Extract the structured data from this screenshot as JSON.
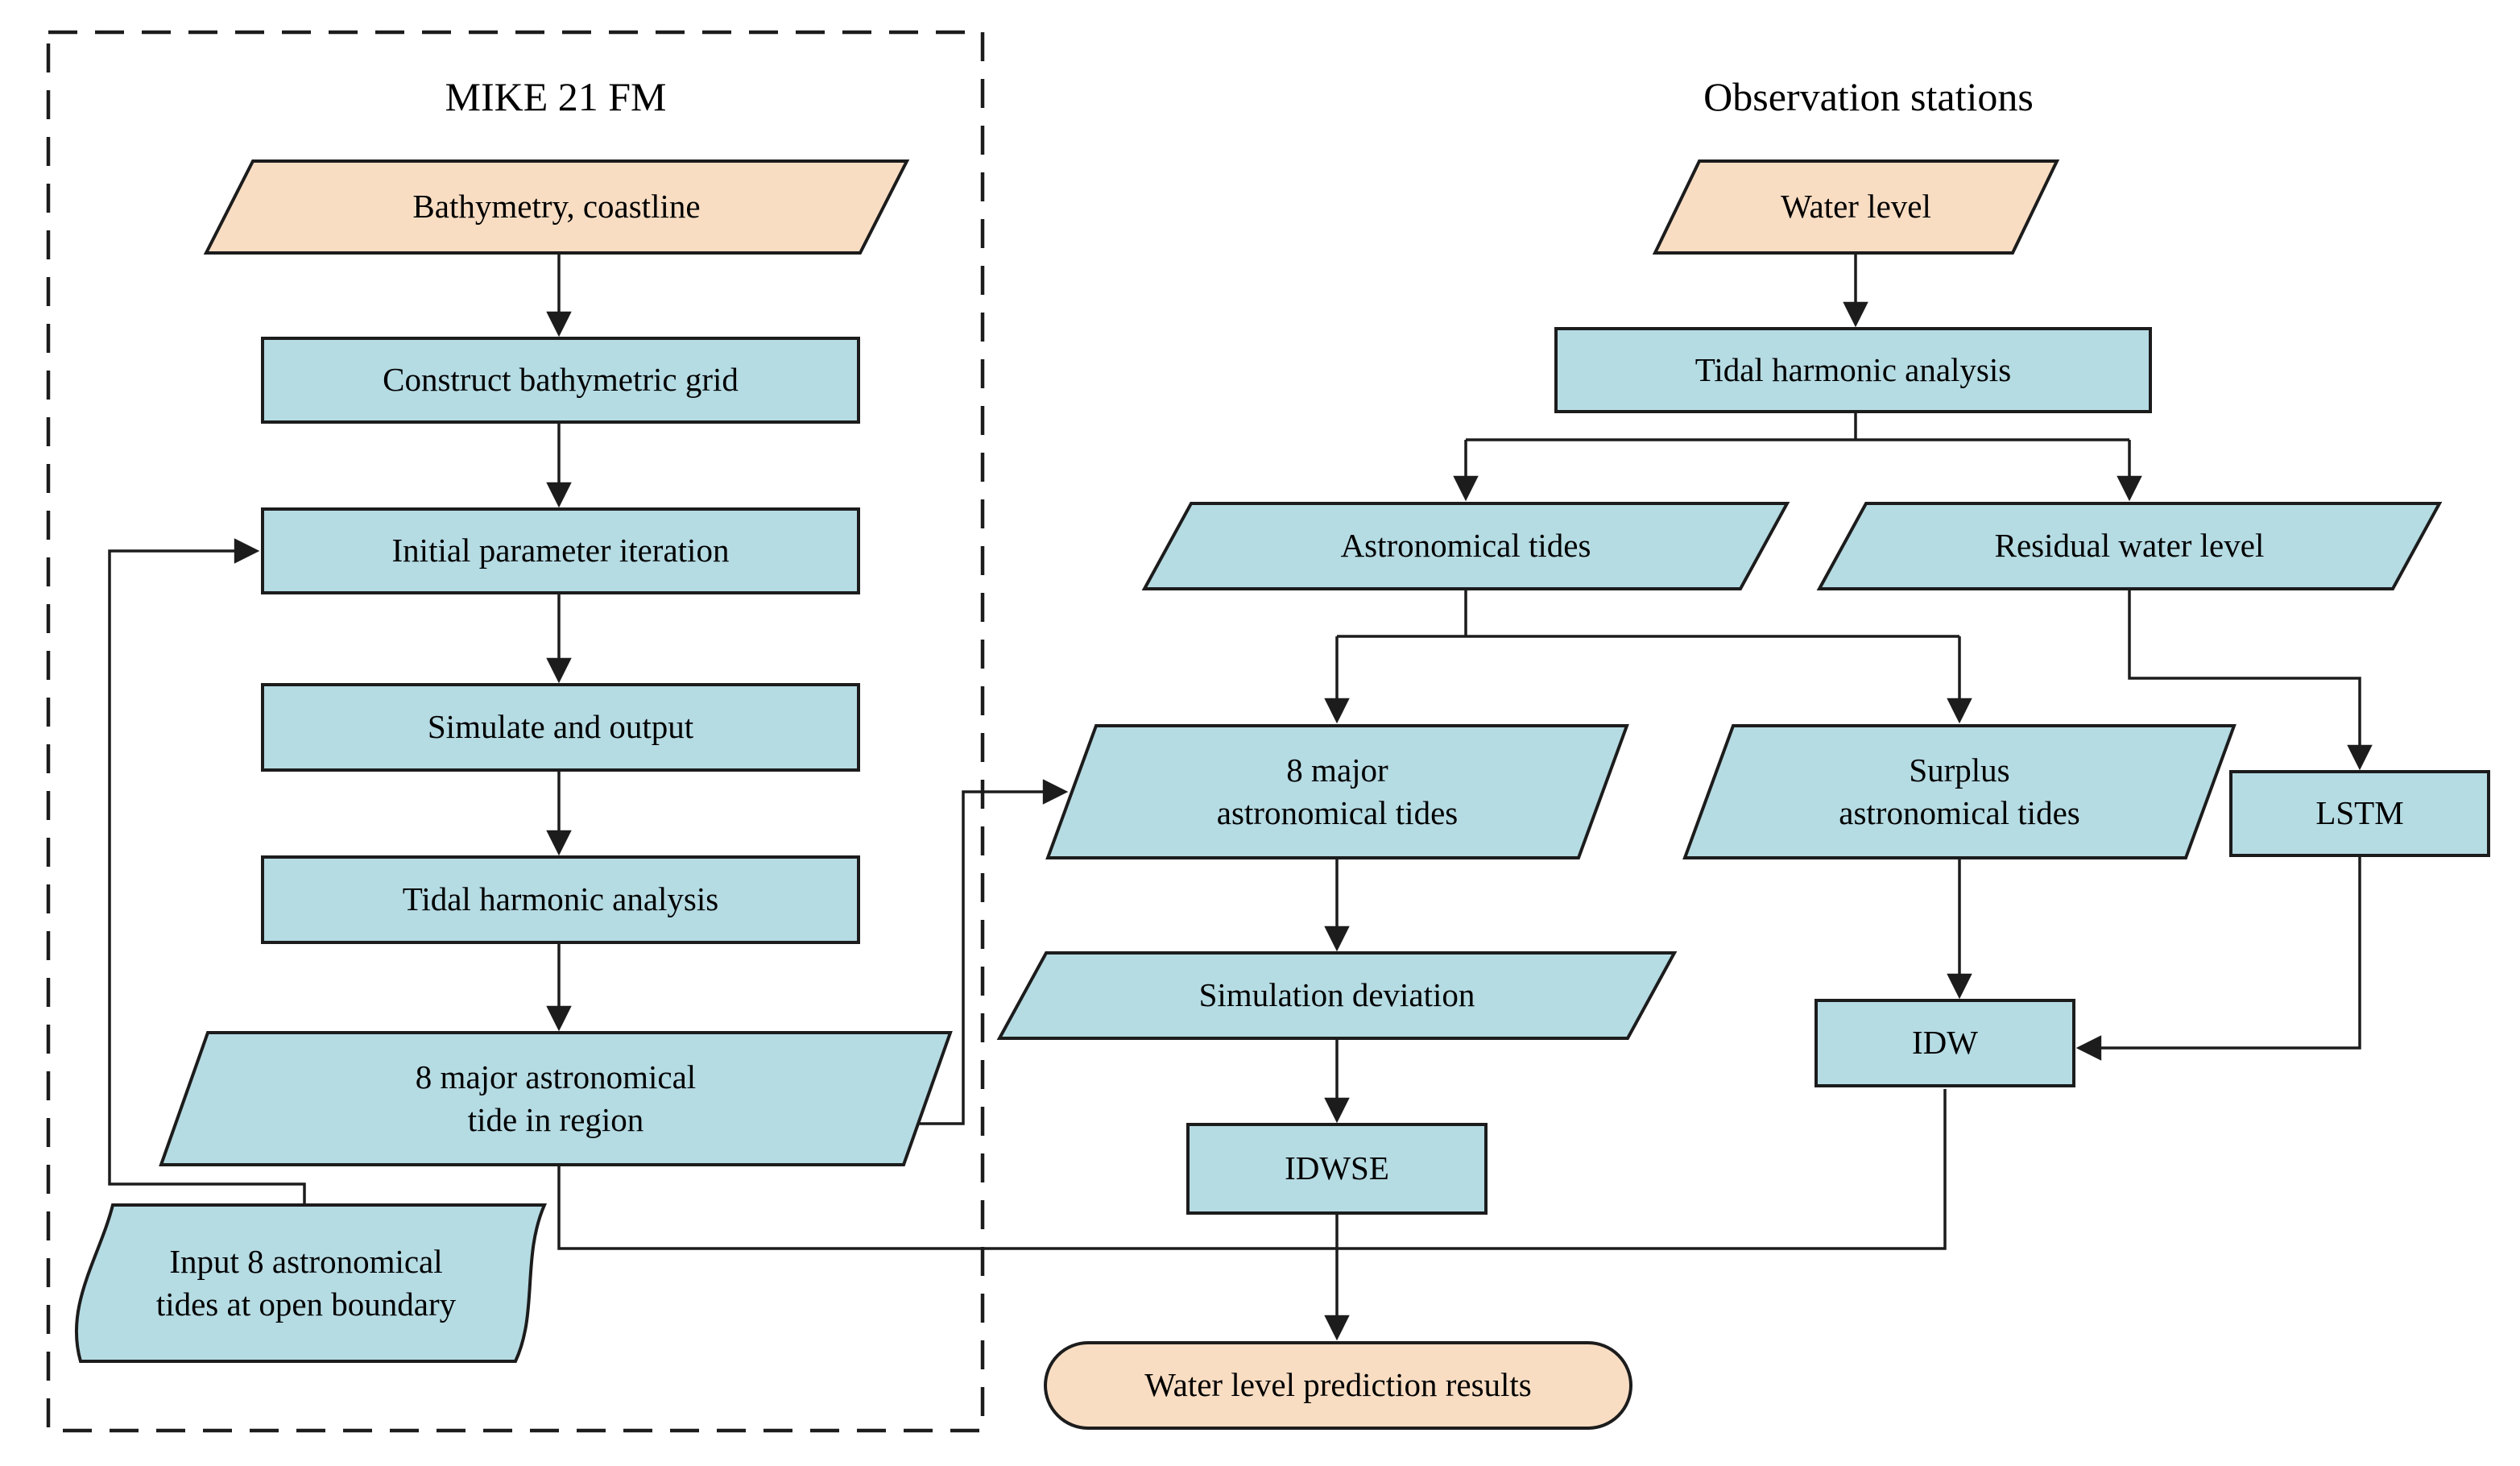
{
  "groups": {
    "mike21": {
      "title": "MIKE 21 FM"
    },
    "observation": {
      "title": "Observation stations"
    }
  },
  "nodes": {
    "bathymetry": {
      "label": "Bathymetry, coastline",
      "shape": "parallelogram",
      "fill": "peach"
    },
    "construct": {
      "label": "Construct bathymetric grid",
      "shape": "rect",
      "fill": "blue"
    },
    "initial": {
      "label": "Initial parameter iteration",
      "shape": "rect",
      "fill": "blue"
    },
    "simulate": {
      "label": "Simulate and output",
      "shape": "rect",
      "fill": "blue"
    },
    "tidal_left": {
      "label": "Tidal harmonic analysis",
      "shape": "rect",
      "fill": "blue"
    },
    "region8": {
      "label": "8 major astronomical\ntide in region",
      "shape": "parallelogram",
      "fill": "blue"
    },
    "input8": {
      "label": "Input 8 astronomical\ntides at open boundary",
      "shape": "wavy-card",
      "fill": "blue"
    },
    "water_level": {
      "label": "Water level",
      "shape": "parallelogram",
      "fill": "peach"
    },
    "tidal_right": {
      "label": "Tidal harmonic analysis",
      "shape": "rect",
      "fill": "blue"
    },
    "astronomical": {
      "label": "Astronomical tides",
      "shape": "parallelogram",
      "fill": "blue"
    },
    "residual": {
      "label": "Residual water level",
      "shape": "parallelogram",
      "fill": "blue"
    },
    "major8": {
      "label": "8 major\nastronomical tides",
      "shape": "parallelogram",
      "fill": "blue"
    },
    "surplus": {
      "label": "Surplus\nastronomical tides",
      "shape": "parallelogram",
      "fill": "blue"
    },
    "lstm": {
      "label": "LSTM",
      "shape": "rect",
      "fill": "blue"
    },
    "simdev": {
      "label": "Simulation deviation",
      "shape": "parallelogram",
      "fill": "blue"
    },
    "idwse": {
      "label": "IDWSE",
      "shape": "rect",
      "fill": "blue"
    },
    "idw": {
      "label": "IDW",
      "shape": "rect",
      "fill": "blue"
    },
    "result": {
      "label": "Water level prediction results",
      "shape": "stadium",
      "fill": "peach"
    }
  },
  "edges": [
    {
      "from": "bathymetry",
      "to": "construct"
    },
    {
      "from": "construct",
      "to": "initial"
    },
    {
      "from": "initial",
      "to": "simulate"
    },
    {
      "from": "simulate",
      "to": "tidal_left"
    },
    {
      "from": "tidal_left",
      "to": "region8"
    },
    {
      "from": "region8",
      "to": "major8"
    },
    {
      "from": "input8",
      "to": "initial"
    },
    {
      "from": "water_level",
      "to": "tidal_right"
    },
    {
      "from": "tidal_right",
      "to": "astronomical"
    },
    {
      "from": "tidal_right",
      "to": "residual"
    },
    {
      "from": "astronomical",
      "to": "major8"
    },
    {
      "from": "astronomical",
      "to": "surplus"
    },
    {
      "from": "residual",
      "to": "lstm"
    },
    {
      "from": "major8",
      "to": "simdev"
    },
    {
      "from": "simdev",
      "to": "idwse"
    },
    {
      "from": "surplus",
      "to": "idw"
    },
    {
      "from": "lstm",
      "to": "idw"
    },
    {
      "from": "region8",
      "to": "result"
    },
    {
      "from": "idw",
      "to": "result"
    },
    {
      "from": "idwse",
      "to": "result"
    }
  ],
  "colors": {
    "peach": "#F8DDC3",
    "blue": "#B5DBE3",
    "stroke": "#1C1C1C",
    "background": "#FFFFFF"
  }
}
